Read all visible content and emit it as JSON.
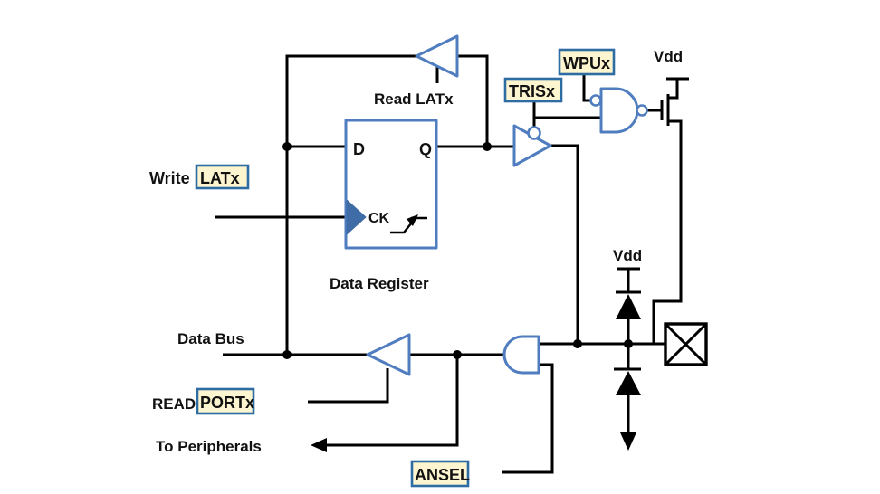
{
  "diagram": {
    "kind": "io-port-pin-logic-schematic",
    "labels": {
      "read_latx": "Read LATx",
      "write": "Write",
      "latx": "LATx",
      "trisx": "TRISx",
      "wpux": "WPUx",
      "vdd_top": "Vdd",
      "vdd_esd": "Vdd",
      "flipflop_d": "D",
      "flipflop_q": "Q",
      "flipflop_ck": "CK",
      "data_register": "Data Register",
      "data_bus": "Data Bus",
      "read": "READ",
      "portx": "PORTx",
      "to_peripherals": "To Peripherals",
      "ansel": "ANSEL"
    },
    "symbols": {
      "read_latx_buffer": "left-pointing-buffer-with-enable-stub",
      "data_register_flipflop": "d-flip-flop-with-clock-wedge-and-rising-edge-mark",
      "output_driver": "tristate-buffer-with-active-low-enable-bubble",
      "pullup_nand": "nand-gate-with-inverted-top-input",
      "pullup_transistor": "pmos-transistor-to-vdd",
      "esd_diodes": "clamp-diodes-to-vdd-and-vss",
      "io_pin": "crossed-square-io-pad",
      "read_port_buffer": "left-pointing-buffer-with-enable",
      "input_and_gate": "left-pointing-and-gate",
      "vss_arrow": "down-arrow-ground",
      "to_peripherals_arrow": "left-arrow"
    },
    "colors": {
      "background": "#ffffff",
      "wire": "#000000",
      "gate_stroke": "#4f7dbf",
      "clock_wedge_fill": "#3f6ca6",
      "label_box_fill": "#fdf5cf",
      "label_box_border": "#2e6da4",
      "text": "#111111"
    }
  }
}
